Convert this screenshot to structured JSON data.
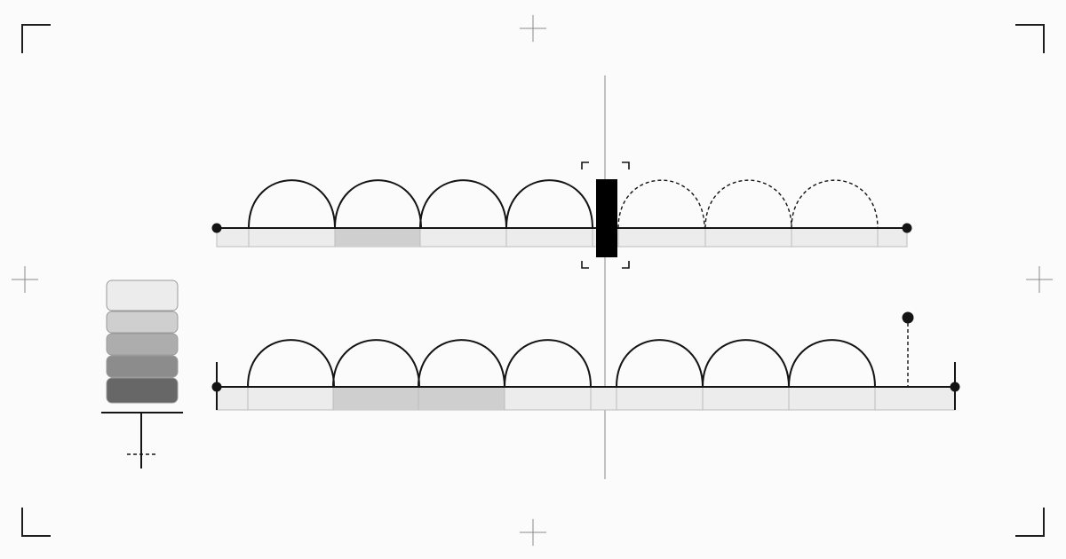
{
  "palette": {
    "background": "#fbfbfb",
    "ink": "#141414",
    "frame_mark": "#1e1e1e",
    "guide": "#8a8a8a",
    "track_fill": "#ececec",
    "track_highlight": "#cfcfcf",
    "track_divider": "#bdbdbd",
    "cursor": "#000000"
  },
  "diagram": {
    "top_row": {
      "segments": 8,
      "solid_arcs_before_cursor": 4,
      "dashed_arcs_after_cursor": 3,
      "highlighted_segments": [
        1
      ],
      "cursor_after_segment": 4,
      "end_markers": [
        "dot",
        "dot"
      ]
    },
    "bottom_row": {
      "segments": 9,
      "solid_arcs_before_gap": 4,
      "solid_arcs_after_gap": 3,
      "highlighted_segments": [
        1,
        2
      ],
      "end_markers": [
        "dot",
        "dot"
      ],
      "raised_marker": "dot-on-dashed-stem"
    },
    "swatch_stack": {
      "shades": [
        "#ececec",
        "#cfcfcf",
        "#adadad",
        "#8c8c8c",
        "#676767"
      ]
    },
    "frame": {
      "corner_brackets": 4,
      "registration_crosses": 4
    }
  }
}
